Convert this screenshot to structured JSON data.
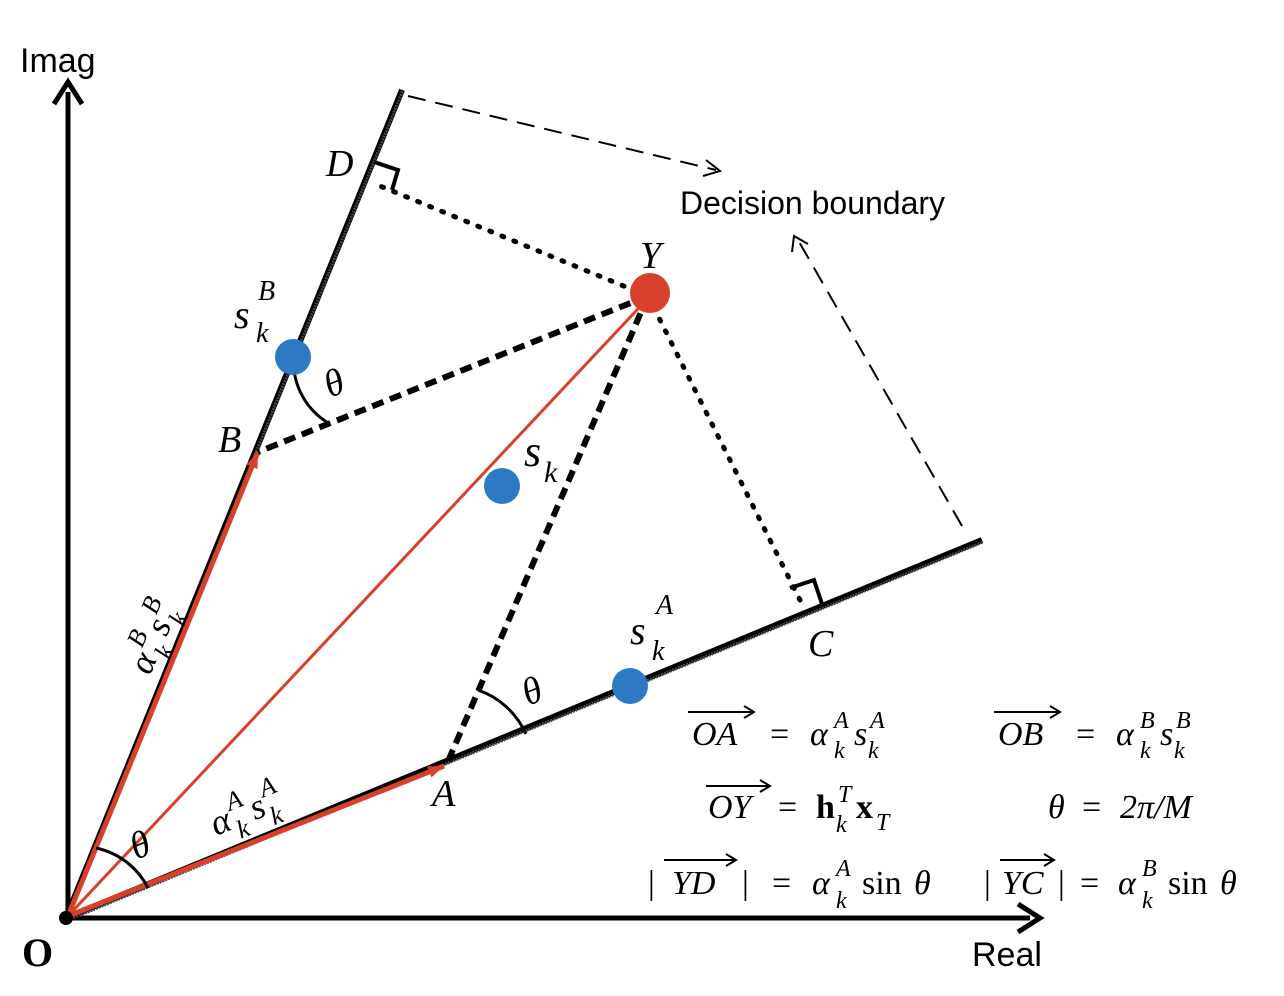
{
  "axes": {
    "imag_label": "Imag",
    "real_label": "Real",
    "origin_label": "O"
  },
  "annotation": {
    "decision_boundary": "Decision boundary"
  },
  "points": {
    "Y": "Y",
    "D": "D",
    "B": "B",
    "C": "C",
    "A": "A",
    "sB_base": "s",
    "sB_sub": "k",
    "sB_sup": "B",
    "s_base": "s",
    "s_sub": "k",
    "sA_base": "s",
    "sA_sub": "k",
    "sA_sup": "A"
  },
  "angles": {
    "theta": "θ"
  },
  "vector_labels": {
    "alphaA": {
      "alpha": "α",
      "sub": "k",
      "sup": "A",
      "s": "s",
      "s_sub": "k",
      "s_sup": "A"
    },
    "alphaB": {
      "alpha": "α",
      "sub": "k",
      "sup": "B",
      "s": "s",
      "s_sub": "k",
      "s_sup": "B"
    }
  },
  "equations": {
    "oa": {
      "lhs": "OA",
      "eq": "=",
      "alpha": "α",
      "sub": "k",
      "sup": "A",
      "s": "s",
      "s_sub": "k",
      "s_sup": "A"
    },
    "ob": {
      "lhs": "OB",
      "eq": "=",
      "alpha": "α",
      "sub": "k",
      "sup": "B",
      "s": "s",
      "s_sub": "k",
      "s_sup": "B"
    },
    "oy": {
      "lhs": "OY",
      "eq": "=",
      "h": "h",
      "h_sub": "k",
      "h_sup": "T",
      "x": "x",
      "x_sub": "T"
    },
    "theta": {
      "lhs": "θ",
      "eq": "=",
      "rhs": "2π/M"
    },
    "yd": {
      "bar_l": "|",
      "lhs": "YD",
      "bar_r": "|",
      "eq": "=",
      "alpha": "α",
      "sub": "k",
      "sup": "A",
      "fn": "sin",
      "theta": "θ"
    },
    "yc": {
      "bar_l": "|",
      "lhs": "YC",
      "bar_r": "|",
      "eq": "=",
      "alpha": "α",
      "sub": "k",
      "sup": "B",
      "fn": "sin",
      "theta": "θ"
    }
  },
  "colors": {
    "red": "#d9402b",
    "blue": "#2f78c4",
    "black": "#000000"
  }
}
